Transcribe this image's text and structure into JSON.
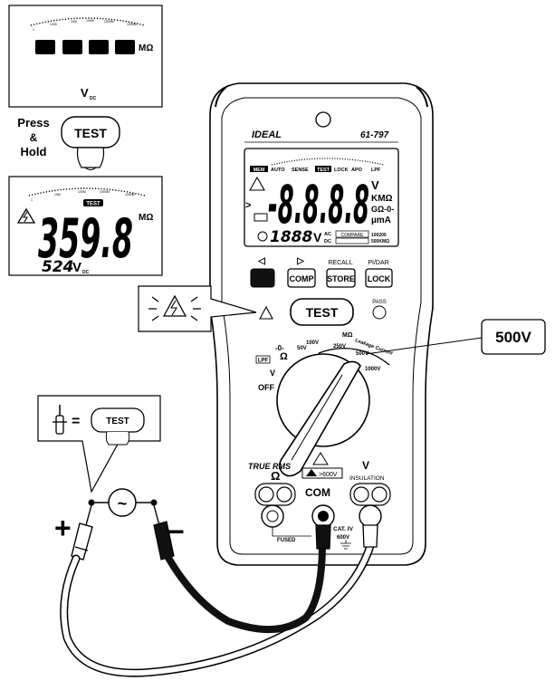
{
  "panel_top": {
    "unit": "MΩ",
    "mode": "V",
    "mode_sub": "DC"
  },
  "press_hold": {
    "line1": "Press",
    "line2": "&",
    "line3": "Hold",
    "button": "TEST"
  },
  "panel_bottom": {
    "main_value": "359.8",
    "unit": "MΩ",
    "sub_value": "524",
    "sub_unit": "V",
    "sub_sub": "DC",
    "badge": "TEST"
  },
  "bargraph_scale": [
    "1",
    "100K",
    "10M",
    "100M",
    "1000M",
    "1000M"
  ],
  "meter": {
    "model": "61-797",
    "brand": "IDEAL",
    "status": [
      "MEM",
      "AUTO",
      "SENSE",
      "TEST",
      "LOCK",
      "APO",
      "LPF"
    ],
    "display_digits": "-8.8.8.8",
    "sub_digits": "1888",
    "units_right": [
      "V",
      "KMΩ",
      "GΩ-0-",
      "µmA"
    ],
    "units_sub": [
      "V",
      "AC",
      "DC"
    ],
    "sub_tags": [
      "COMPARE",
      "100200",
      "500KMΩ"
    ],
    "buttons": {
      "left": "◁",
      "right": "▷",
      "recall": "RECALL",
      "pidar": "PI/DAR",
      "comp": "COMP",
      "store": "STORE",
      "lock": "LOCK",
      "test": "TEST",
      "pass": "PASS"
    },
    "dial": {
      "ohm_label": "Ω",
      "continuity": "-0-",
      "lpf": "LPF",
      "v": "V",
      "off": "OFF",
      "mohm": "MΩ",
      "leakage": "Leakage Current",
      "v50": "50V",
      "v100": "100V",
      "v250": "250V",
      "v500": "500V",
      "v1000": "1000V"
    },
    "true_rms": "TRUE RMS",
    "jacks": {
      "ohm": "Ω",
      "com": "COM",
      "v": "V",
      "insulation": "INSULATION",
      "warning": ">600V",
      "fused": "FUSED",
      "cat": "CAT. IV",
      "cat_volt": "600V"
    }
  },
  "callout_500v": "500V",
  "equation": {
    "eq": "=",
    "button": "TEST"
  },
  "leads": {
    "plus": "+",
    "minus": "−",
    "source": "~"
  }
}
